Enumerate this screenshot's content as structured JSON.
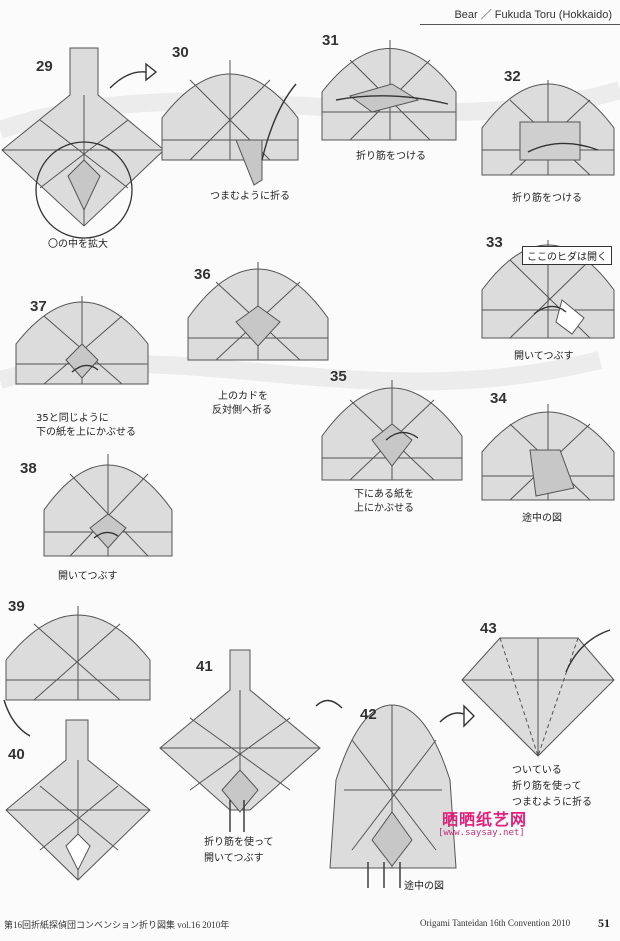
{
  "header": "Bear ／ Fukuda Toru (Hokkaido)",
  "steps": {
    "s29": {
      "num": "29",
      "caption": "〇の中を拡大"
    },
    "s30": {
      "num": "30",
      "caption": "つまむように折る"
    },
    "s31": {
      "num": "31",
      "caption": "折り筋をつける"
    },
    "s32": {
      "num": "32",
      "caption": "折り筋をつける"
    },
    "s33": {
      "num": "33",
      "note": "ここのヒダは開く",
      "caption": "開いてつぶす"
    },
    "s34": {
      "num": "34",
      "caption": "途中の図"
    },
    "s35": {
      "num": "35",
      "caption1": "下にある紙を",
      "caption2": "上にかぶせる"
    },
    "s36": {
      "num": "36",
      "caption1": "上のカドを",
      "caption2": "反対側へ折る"
    },
    "s37": {
      "num": "37",
      "caption1": "35と同じように",
      "caption2": "下の紙を上にかぶせる"
    },
    "s38": {
      "num": "38",
      "caption": "開いてつぶす"
    },
    "s39": {
      "num": "39"
    },
    "s40": {
      "num": "40"
    },
    "s41": {
      "num": "41",
      "caption1": "折り筋を使って",
      "caption2": "開いてつぶす"
    },
    "s42": {
      "num": "42",
      "caption": "途中の図"
    },
    "s43": {
      "num": "43",
      "caption1": "ついている",
      "caption2": "折り筋を使って",
      "caption3": "つまむように折る"
    }
  },
  "footer": {
    "left": "第16回折紙探偵団コンベンション折り図集 vol.16 2010年",
    "right": "Origami Tanteidan 16th Convention 2010",
    "page": "51"
  },
  "watermark": {
    "title": "晒晒纸艺网",
    "url": "[www.saysay.net]"
  },
  "colors": {
    "line": "#555555",
    "fill": "#d9d9d9",
    "shade": "#bdbdbd",
    "watermark": "#e0207a"
  }
}
